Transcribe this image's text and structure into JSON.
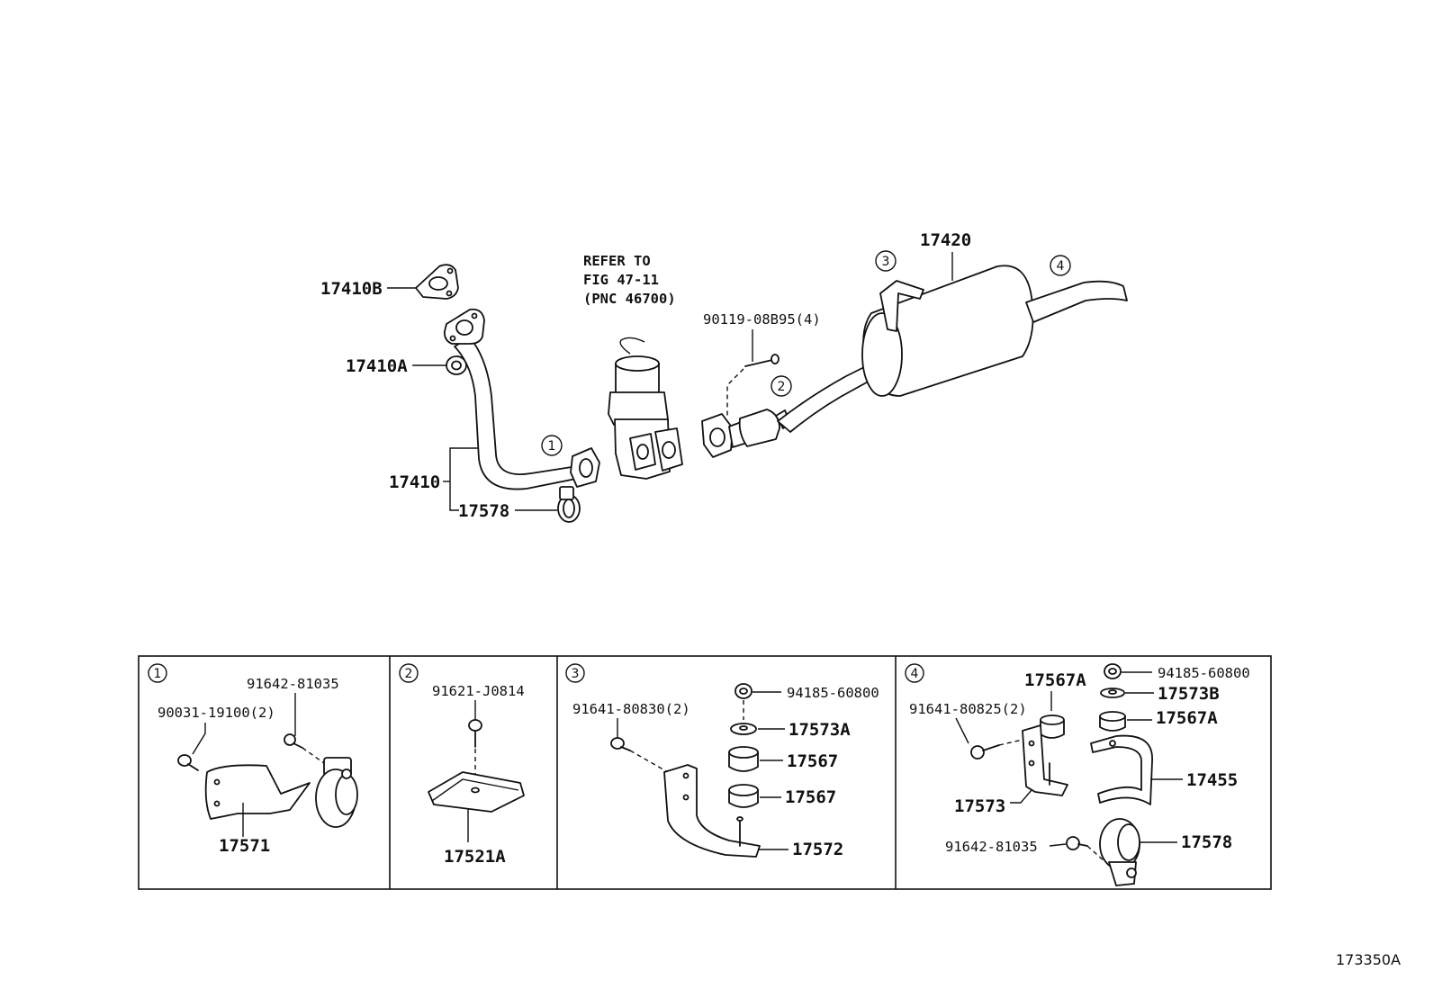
{
  "figure_id": "173350A",
  "callouts": {
    "c1": "1",
    "c2": "2",
    "c3": "3",
    "c4": "4"
  },
  "main": {
    "p17410B": "17410B",
    "p17410A": "17410A",
    "p17410": "17410",
    "p17578": "17578",
    "refer_line1": "REFER TO",
    "refer_line2": "FIG 47-11",
    "refer_line3": "(PNC 46700)",
    "p90119": "90119-08B95(4)",
    "p17420": "17420"
  },
  "detail1": {
    "num": "1",
    "p91642": "91642-81035",
    "p90031": "90031-19100(2)",
    "p17571": "17571"
  },
  "detail2": {
    "num": "2",
    "p91621": "91621-J0814",
    "p17521A": "17521A"
  },
  "detail3": {
    "num": "3",
    "p91641": "91641-80830(2)",
    "p94185": "94185-60800",
    "p17573A": "17573A",
    "p17567a": "17567",
    "p17567b": "17567",
    "p17572": "17572"
  },
  "detail4": {
    "num": "4",
    "p17567A_1": "17567A",
    "p94185": "94185-60800",
    "p17573B": "17573B",
    "p17567A_2": "17567A",
    "p91641": "91641-80825(2)",
    "p17455": "17455",
    "p17573": "17573",
    "p91642": "91642-81035",
    "p17578": "17578"
  }
}
